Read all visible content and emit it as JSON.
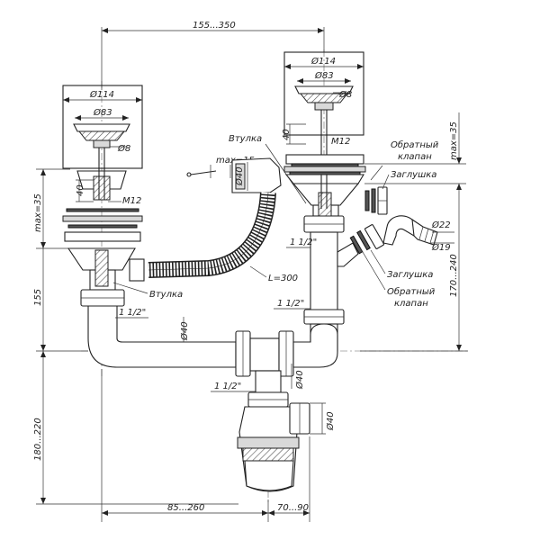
{
  "dims": {
    "top_span": "155...350",
    "d114_left": "Ø114",
    "d83_left": "Ø83",
    "d8_left": "Ø8",
    "d114_right": "Ø114",
    "d83_right": "Ø83",
    "d8_right": "Ø8",
    "h40_right": "40",
    "m12_right": "M12",
    "max35_right": "max=35",
    "h40_left": "40",
    "m12_left": "M12",
    "max35_left": "max=35",
    "max15": "max=15",
    "d40_hose_fitting": "Ø40",
    "thread_right_upper": "1 1/2\"",
    "thread_right_lower": "1 1/2\"",
    "thread_left": "1 1/2\"",
    "thread_trap": "1 1/2\"",
    "d40_pipe": "Ø40",
    "d40_trap": "Ø40",
    "d40_outlet": "Ø40",
    "d22": "Ø22",
    "d19": "Ø19",
    "h155": "155",
    "h180_220": "180...220",
    "h170_240": "170...240",
    "bottom_left": "85...260",
    "bottom_right": "70...90",
    "hose_length": "L=300"
  },
  "labels": {
    "vtulka_top": "Втулка",
    "vtulka_bottom": "Втулка",
    "check_valve_top": "Обратный клапан",
    "plug_top": "Заглушка",
    "plug_bottom": "Заглушка",
    "check_valve_bottom": "Обратный клапан"
  }
}
